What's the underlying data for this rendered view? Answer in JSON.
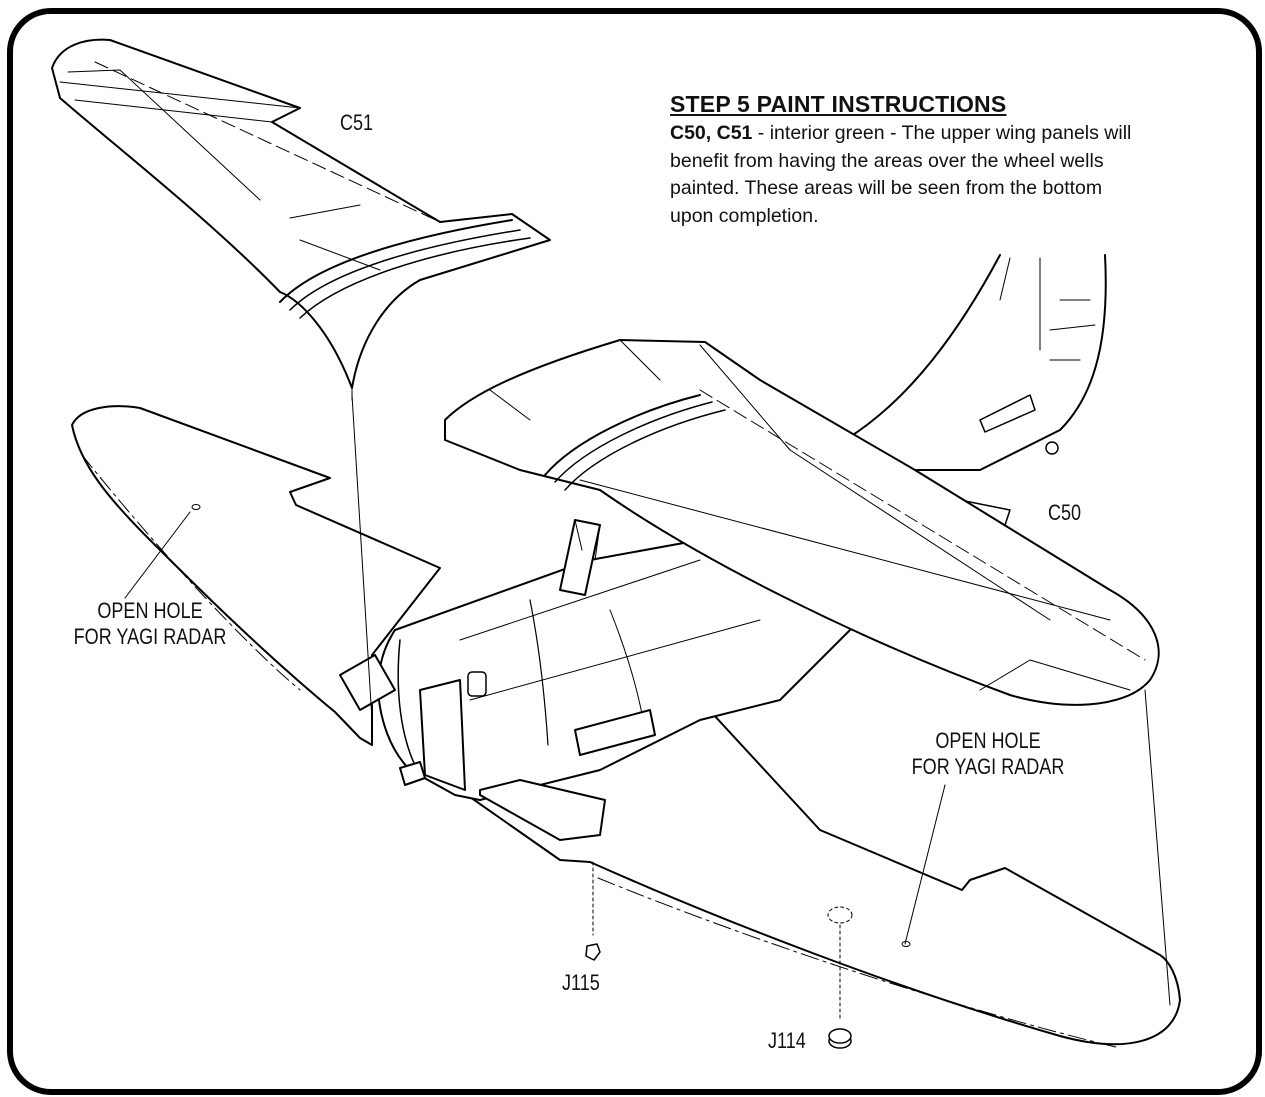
{
  "instructions": {
    "title": "STEP 5 PAINT INSTRUCTIONS",
    "parts": "C50, C51",
    "text": " - interior green - The upper wing panels will benefit from having the areas over the wheel wells painted. These areas will be seen from the bottom upon completion."
  },
  "labels": {
    "c51": "C51",
    "c50": "C50",
    "hole_left_line1": "OPEN HOLE",
    "hole_left_line2": "FOR YAGI RADAR",
    "hole_right_line1": "OPEN HOLE",
    "hole_right_line2": "FOR YAGI RADAR",
    "j115": "J115",
    "j114": "J114"
  },
  "colors": {
    "ink": "#000000",
    "paper": "#ffffff"
  }
}
